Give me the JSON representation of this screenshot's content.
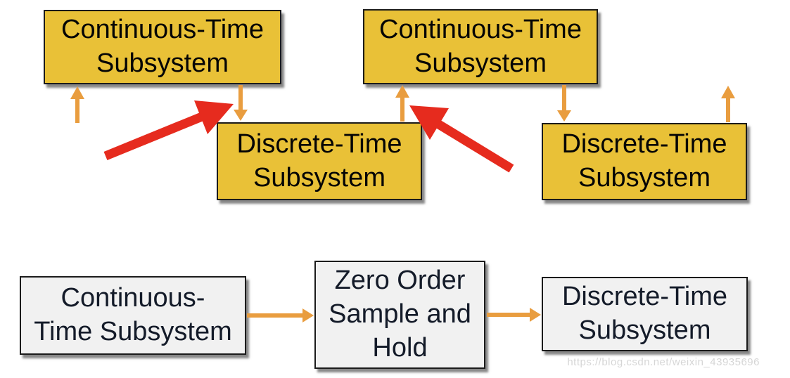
{
  "top_row": {
    "continuous_box_left": {
      "label": "Continuous-Time\nSubsystem"
    },
    "continuous_box_right": {
      "label": "Continuous-Time\nSubsystem"
    },
    "discrete_box_left": {
      "label": "Discrete-Time\nSubsystem"
    },
    "discrete_box_right": {
      "label": "Discrete-Time\nSubsystem"
    }
  },
  "bottom_row": {
    "continuous_box": {
      "label": "Continuous-\nTime Subsystem"
    },
    "zoh_box": {
      "label": "Zero Order\nSample and\nHold"
    },
    "discrete_box": {
      "label": "Discrete-Time\nSubsystem"
    }
  },
  "watermark": "https://blog.csdn.net/weixin_43935696",
  "colors": {
    "box_fill_yellow": "#E9C137",
    "box_fill_gray": "#F1F1F1",
    "box_border": "#1B1B1B",
    "arrow_orange": "#E99D3F",
    "highlight_red": "#E62B1E",
    "watermark_gray": "#C8C8C8"
  }
}
